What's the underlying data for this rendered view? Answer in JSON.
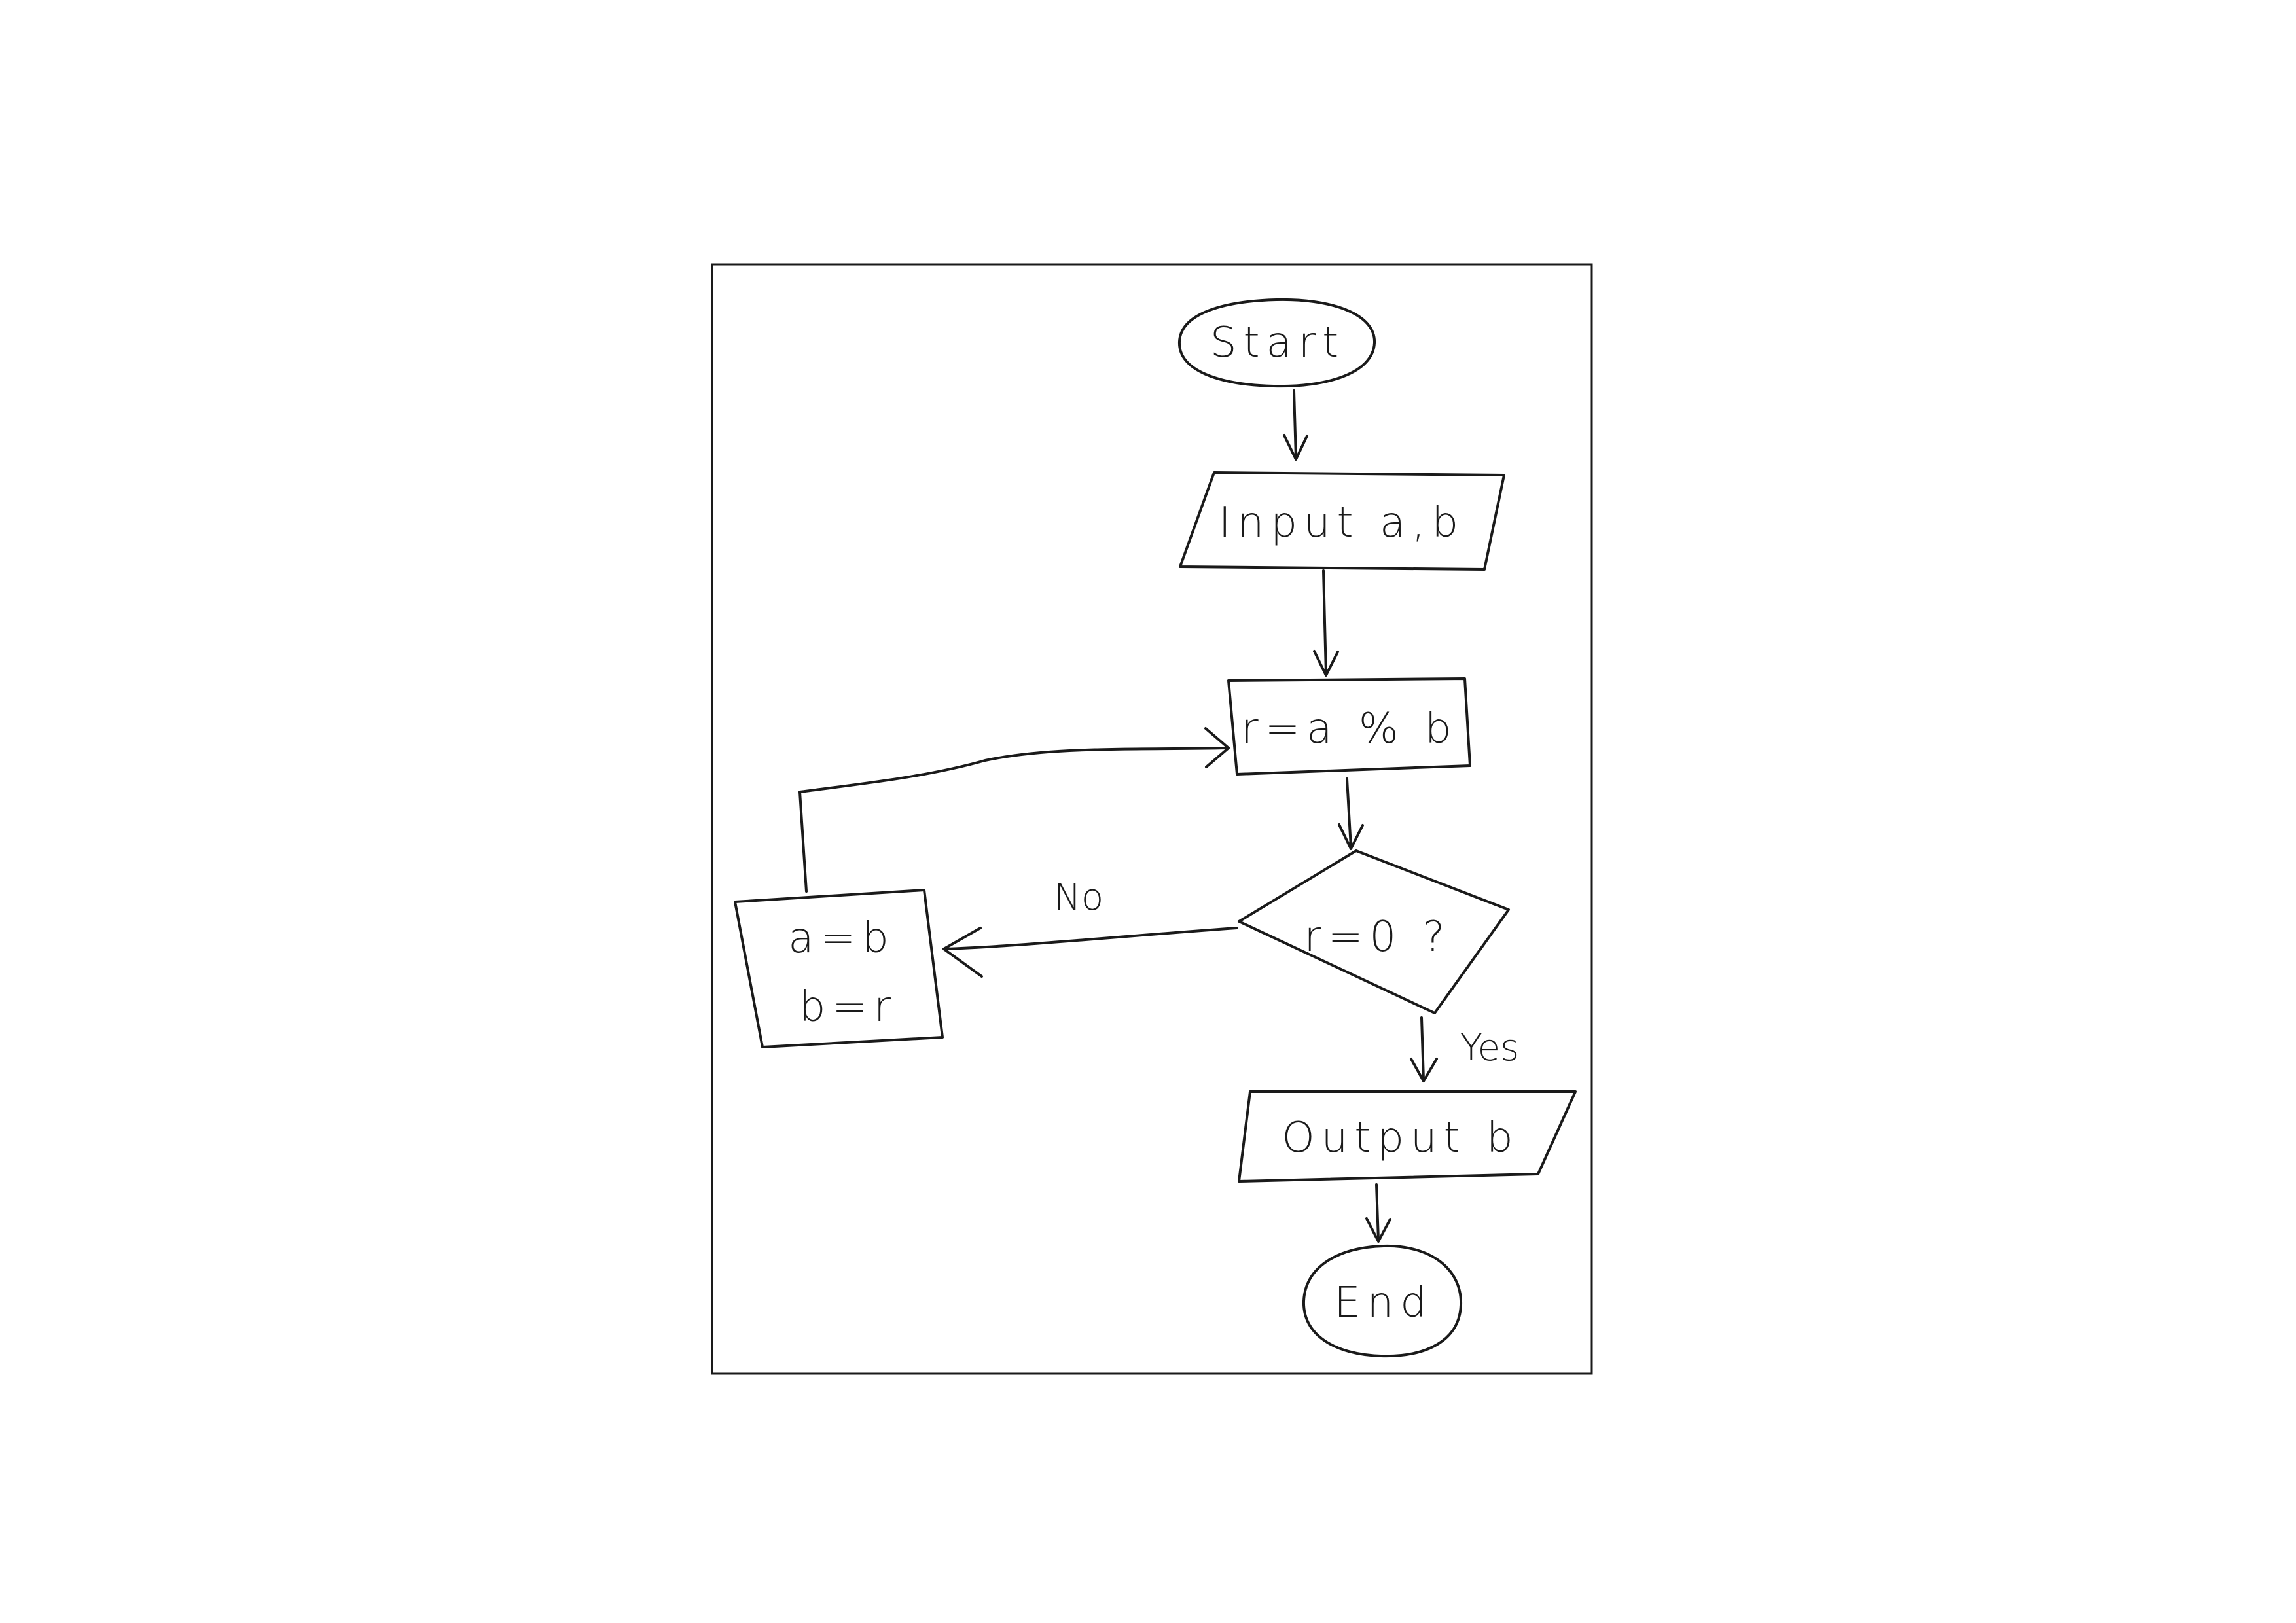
{
  "diagram": {
    "nodes": {
      "start": {
        "label": "Start",
        "shape": "ellipse"
      },
      "input": {
        "label": "Input a,b",
        "shape": "parallelogram"
      },
      "remainder": {
        "label": "r=a % b",
        "shape": "rectangle"
      },
      "decision": {
        "label": "r=0 ?",
        "shape": "diamond"
      },
      "swap": {
        "lines": [
          "a=b",
          "b=r"
        ],
        "shape": "rectangle"
      },
      "output": {
        "label": "Output b",
        "shape": "parallelogram"
      },
      "end": {
        "label": "End",
        "shape": "ellipse"
      }
    },
    "edges": {
      "no_label": "No",
      "yes_label": "Yes"
    }
  }
}
